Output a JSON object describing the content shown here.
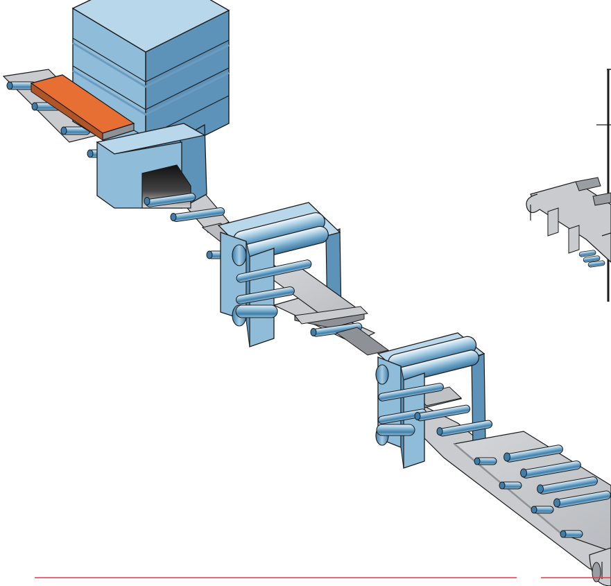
{
  "illustration": {
    "kind": "hot strip rolling line",
    "components": [
      "reheating-furnace",
      "hot-slab",
      "descaler",
      "roughing-mill-stand",
      "finishing-mill-stand",
      "run-out-table",
      "down-coiler"
    ]
  },
  "colors": {
    "steel_blue": "#8fbdd9",
    "steel_blue_dark": "#5d93b8",
    "steel_blue_light": "#b9d7ea",
    "slab_hot": "#e86f34",
    "strip_grey": "#c9cbce",
    "strip_grey_dark": "#8e9296",
    "outline": "#1a1a1a",
    "rule_red": "#e0394b"
  }
}
